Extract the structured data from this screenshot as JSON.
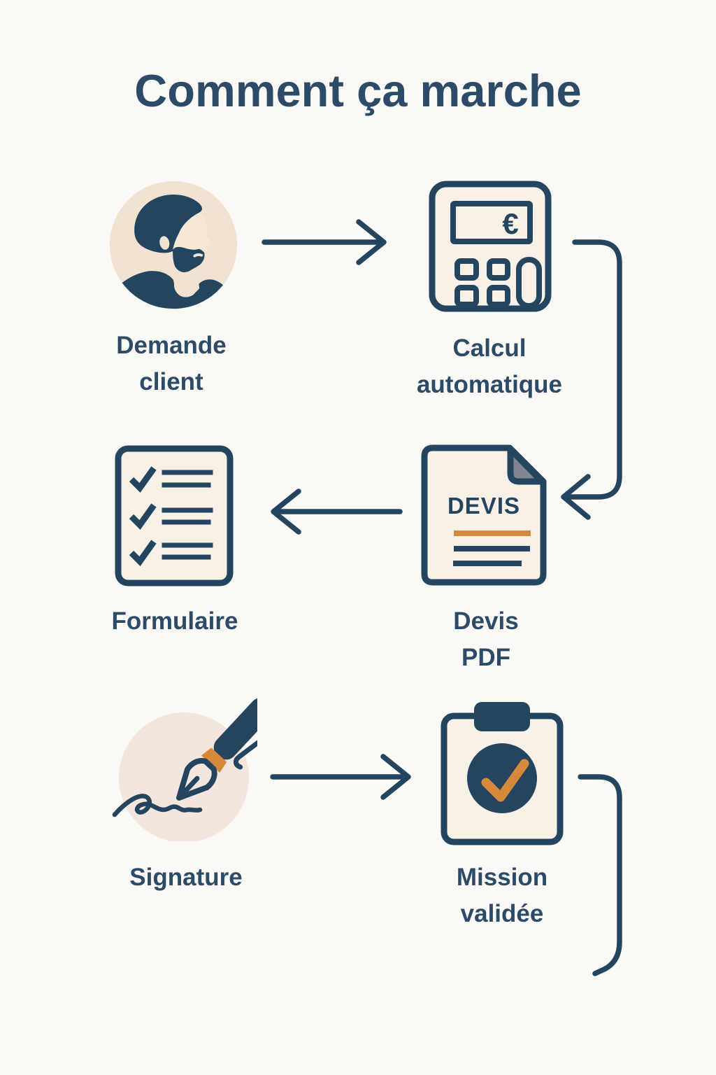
{
  "page": {
    "title": "Comment ça marche"
  },
  "colors": {
    "background": "#fbf9f6",
    "navy": "#24455f",
    "text_navy": "#2c4b68",
    "orange": "#d6893b",
    "icon_cream": "#f7f1e7",
    "avatar_beige": "#f1e2d1",
    "signature_pink": "#f3e6df",
    "fold_gray": "#7e8692"
  },
  "steps": [
    {
      "id": "demande-client",
      "label": "Demande\nclient",
      "icon": "client-avatar"
    },
    {
      "id": "calcul-automatique",
      "label": "Calcul\nautomatique",
      "icon": "calculator",
      "symbol": "€"
    },
    {
      "id": "devis-pdf",
      "label": "Devis\nPDF",
      "icon": "devis-document",
      "document_title": "DEVIS"
    },
    {
      "id": "formulaire",
      "label": "Formulaire",
      "icon": "checklist-document"
    },
    {
      "id": "signature",
      "label": "Signature",
      "icon": "fountain-pen-signature"
    },
    {
      "id": "mission-validee",
      "label": "Mission\nvalidée",
      "icon": "clipboard-check"
    }
  ],
  "flow": [
    {
      "from": "demande-client",
      "to": "calcul-automatique",
      "arrow": "straight-right"
    },
    {
      "from": "calcul-automatique",
      "to": "devis-pdf",
      "arrow": "curved-down-left"
    },
    {
      "from": "devis-pdf",
      "to": "formulaire",
      "arrow": "straight-left"
    },
    {
      "from": "signature",
      "to": "mission-validee",
      "arrow": "straight-right"
    },
    {
      "from": "mission-validee",
      "to": "next-step",
      "arrow": "curved-down"
    }
  ]
}
